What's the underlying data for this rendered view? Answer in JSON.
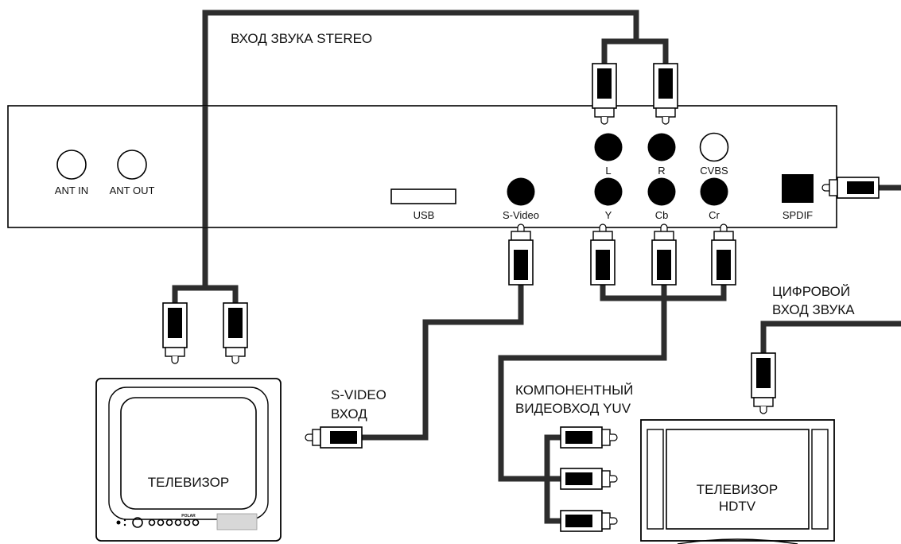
{
  "labels": {
    "stereo_in": "ВХОД ЗВУКА STEREO",
    "ant_in": "ANT IN",
    "ant_out": "ANT OUT",
    "usb": "USB",
    "svideo_port": "S-Video",
    "l": "L",
    "r": "R",
    "cvbs": "CVBS",
    "y": "Y",
    "cb": "Cb",
    "cr": "Cr",
    "spdif": "SPDIF",
    "digital_in_line1": "ЦИФРОВОЙ",
    "digital_in_line2": "ВХОД ЗВУКА",
    "svideo_in_line1": "S-VIDEO",
    "svideo_in_line2": "ВХОД",
    "component_line1": "КОМПОНЕНТНЫЙ",
    "component_line2": "ВИДЕОВХОД YUV",
    "tv_label": "ТЕЛЕВИЗОР",
    "tv_brand": "POLAR",
    "hdtv_line1": "ТЕЛЕВИЗОР",
    "hdtv_line2": "HDTV"
  },
  "colors": {
    "cable": "#2d2d2d",
    "jack": "#000000",
    "outline": "#000000",
    "background": "#ffffff"
  }
}
